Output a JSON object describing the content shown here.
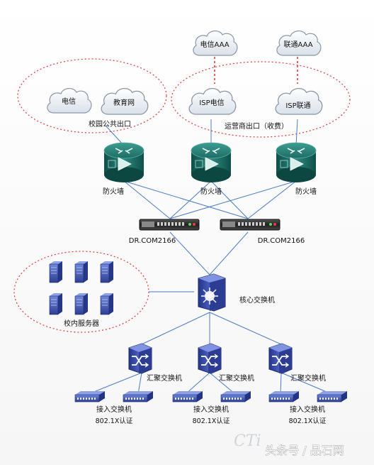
{
  "clouds": {
    "telecom_aaa": "电信AAA",
    "unicom_aaa": "联通AAA",
    "telecom": "电信",
    "edu_net": "教育网",
    "isp_telecom": "ISP电信",
    "isp_unicom": "ISP联通"
  },
  "zones": {
    "campus_exit": "校园公共出口",
    "operator_exit": "运营商出口（收费）",
    "servers": "校内服务器"
  },
  "firewall_label": "防火墙",
  "drcom_label": "DR.COM2166",
  "core_switch": "核心交换机",
  "aggregation_switch": "汇聚交换机",
  "access_switch": "接入交换机",
  "auth_label": "802.1X认证",
  "watermark": "头条号 / 品石网",
  "colors": {
    "zone_border": "#e23a3a",
    "aaa_link": "#e23a3a",
    "firewall": "#1f7a72",
    "switch_blue": "#3a4fa8",
    "link": "#4a7bc8"
  }
}
